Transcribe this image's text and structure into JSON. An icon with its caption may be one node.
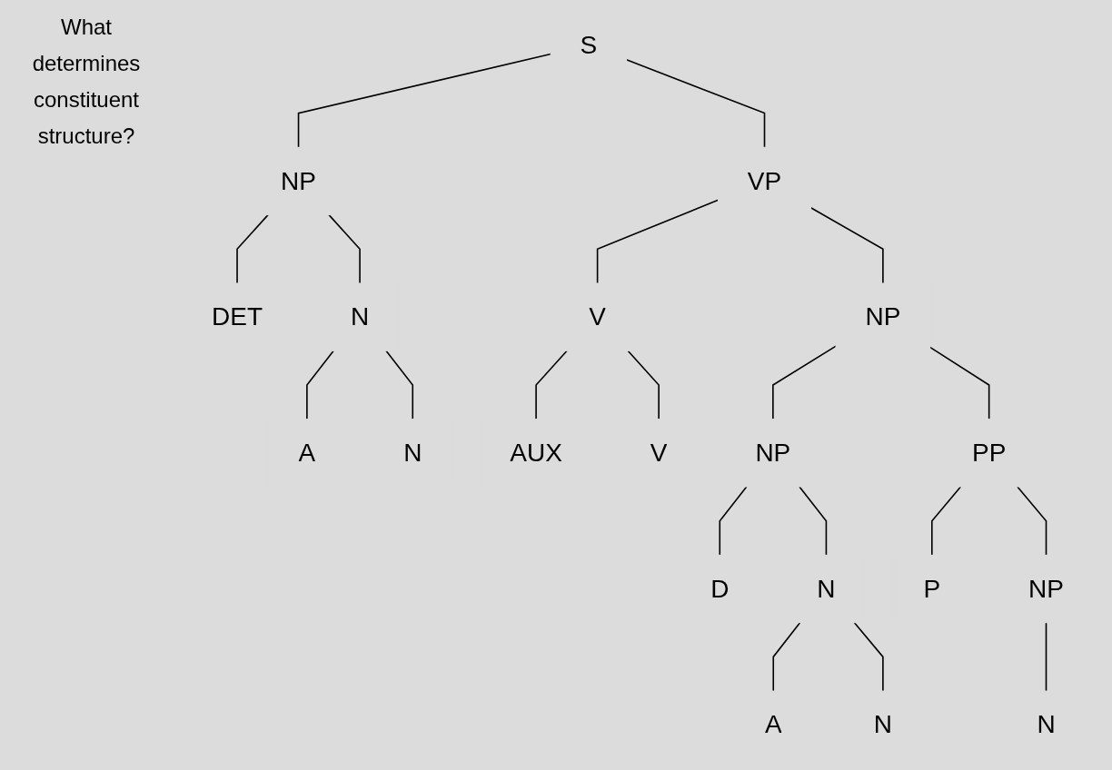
{
  "diagram": {
    "nodes": [
      {
        "text": [
          "S"
        ]
      },
      {
        "text": [
          "VP"
        ]
      },
      {
        "text": [
          "NP"
        ]
      },
      {
        "text": [
          "NP"
        ]
      },
      {
        "text": [
          "NP"
        ]
      },
      {
        "text": [
          "PP"
        ]
      },
      {
        "text": [
          "N"
        ]
      },
      {
        "text": [
          "V"
        ]
      },
      {
        "text": [
          "N"
        ]
      },
      {
        "text": [
          "NP"
        ]
      },
      {
        "text": [
          "DET"
        ]
      },
      {
        "text": [
          "A"
        ]
      },
      {
        "text": [
          "N"
        ]
      },
      {
        "text": [
          "AUX"
        ]
      },
      {
        "text": [
          "V"
        ]
      },
      {
        "text": [
          "D"
        ]
      },
      {
        "text": [
          "A"
        ]
      },
      {
        "text": [
          "N"
        ]
      },
      {
        "text": [
          "P"
        ]
      },
      {
        "text": [
          "N"
        ]
      }
    ],
    "edges": [
      {
        "from": 0,
        "to": 3,
        "arrow": "none"
      },
      {
        "from": 0,
        "to": 1,
        "arrow": "none"
      },
      {
        "from": 1,
        "to": 7,
        "arrow": "none"
      },
      {
        "from": 1,
        "to": 2,
        "arrow": "none"
      },
      {
        "from": 2,
        "to": 4,
        "arrow": "none"
      },
      {
        "from": 2,
        "to": 5,
        "arrow": "none"
      },
      {
        "from": 3,
        "to": 10,
        "arrow": "none"
      },
      {
        "from": 3,
        "to": 6,
        "arrow": "none"
      },
      {
        "from": 6,
        "to": 11,
        "arrow": "none"
      },
      {
        "from": 6,
        "to": 12,
        "arrow": "none"
      },
      {
        "from": 7,
        "to": 13,
        "arrow": "none"
      },
      {
        "from": 7,
        "to": 14,
        "arrow": "none"
      },
      {
        "from": 4,
        "to": 15,
        "arrow": "none"
      },
      {
        "from": 4,
        "to": 8,
        "arrow": "none"
      },
      {
        "from": 8,
        "to": 16,
        "arrow": "none"
      },
      {
        "from": 8,
        "to": 17,
        "arrow": "none"
      },
      {
        "from": 5,
        "to": 18,
        "arrow": "none"
      },
      {
        "from": 5,
        "to": 9,
        "arrow": "none"
      },
      {
        "from": 9,
        "to": 19,
        "arrow": "none"
      }
    ],
    "labels": [
      "What determines constituent structure?"
    ]
  }
}
